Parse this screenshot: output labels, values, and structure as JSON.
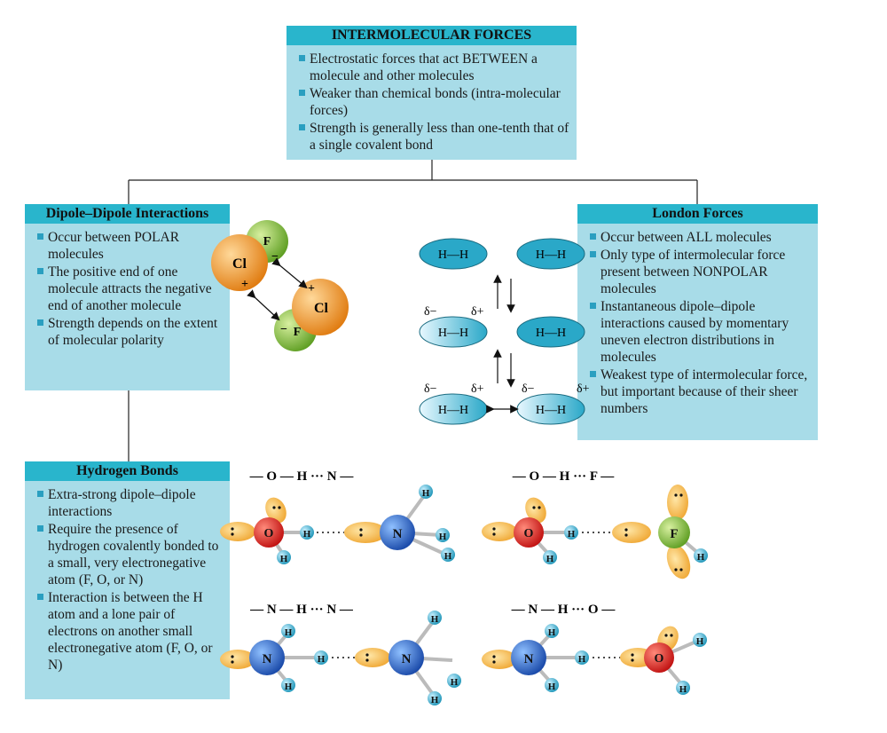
{
  "main": {
    "title": "INTERMOLECULAR FORCES",
    "bullets": [
      "Electrostatic forces that act BETWEEN a molecule and other molecules",
      "Weaker than chemical bonds (intra-molecular forces)",
      "Strength is generally less than one-tenth that of a single covalent bond"
    ]
  },
  "dipole": {
    "title": "Dipole–Dipole Interactions",
    "bullets": [
      "Occur between POLAR molecules",
      "The positive end of one molecule attracts the negative end of another molecule",
      "Strength depends on the extent of molecular polarity"
    ],
    "atom_cl": "Cl",
    "atom_f": "F",
    "plus": "+",
    "minus": "−"
  },
  "london": {
    "title": "London Forces",
    "bullets": [
      "Occur between ALL molecules",
      "Only type of intermolecular force present between NONPOLAR molecules",
      "Instantaneous dipole–dipole interactions caused by momentary uneven electron distributions in molecules",
      "Weakest type of intermolecular force, but important because of their sheer numbers"
    ],
    "molecule": "H—H",
    "delta_minus": "δ−",
    "delta_plus": "δ+"
  },
  "hbond": {
    "title": "Hydrogen Bonds",
    "bullets": [
      "Extra-strong dipole–dipole interactions",
      "Require the presence of hydrogen covalently bonded to a small, very electronegative atom (F, O, or N)",
      "Interaction is between the H atom and a lone pair of electrons on another small electronegative atom (F, O, or N)"
    ],
    "examples": [
      "— O — H ··· N —",
      "— O — H ··· F —",
      "— N — H ··· N —",
      "— N — H ··· O —"
    ],
    "atoms": {
      "O": "O",
      "N": "N",
      "F": "F",
      "H": "H"
    }
  },
  "colors": {
    "box_fill": "#a8dce8",
    "header_fill": "#29b5cc",
    "oxygen": "#d42020",
    "nitrogen": "#1f5fc0",
    "fluorine": "#6fae2c",
    "chlorine": "#e8851c",
    "hydrogen": "#2aa8c8",
    "lone_pair": "#f2b13a"
  }
}
